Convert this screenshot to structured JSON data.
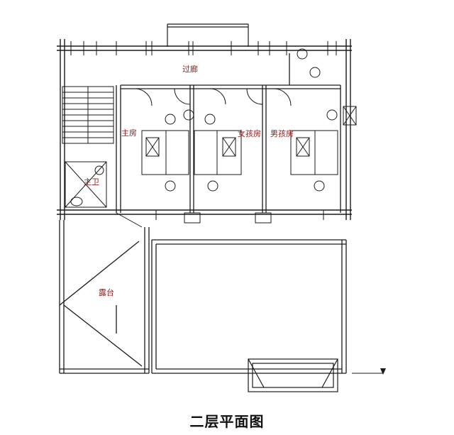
{
  "title": "二层平面图",
  "rooms": {
    "corridor": "过廊",
    "master_bedroom": "主房",
    "girls_room": "女孩房",
    "boys_room": "男孩房",
    "master_bath": "主卫",
    "terrace": "露台"
  },
  "colors": {
    "line": "#1a1a1a",
    "label": "#8b1c1c"
  }
}
